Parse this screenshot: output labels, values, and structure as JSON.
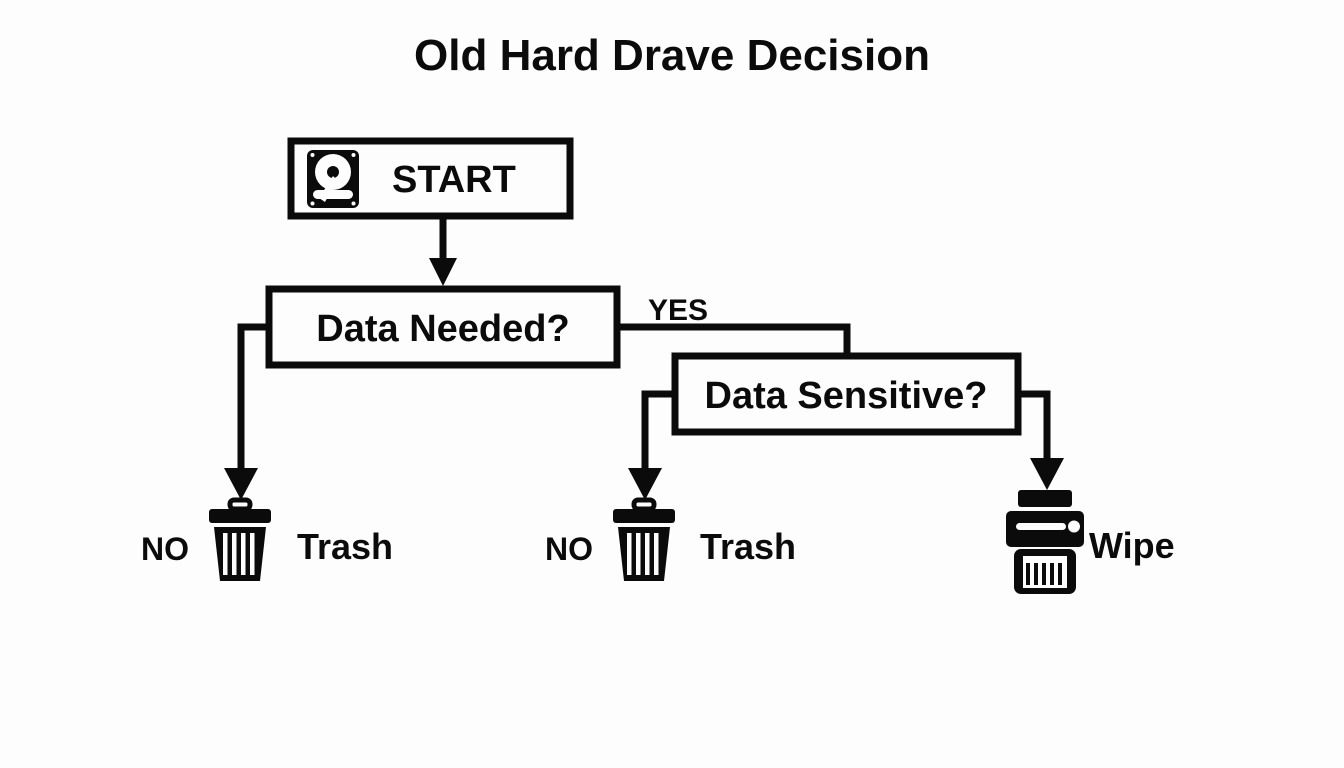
{
  "diagram": {
    "title": "Old Hard Drave Decision",
    "background_color": "#fdfdfd",
    "line_color": "#0b0b0b",
    "nodes": {
      "start": {
        "label": "START",
        "icon": "hard-drive-icon",
        "shape": "rectangle"
      },
      "decision_1": {
        "label": "Data Needed?",
        "shape": "rectangle"
      },
      "decision_2": {
        "label": "Data Sensitive?",
        "shape": "rectangle"
      }
    },
    "edges": [
      {
        "from": "start",
        "to": "decision_1",
        "label": ""
      },
      {
        "from": "decision_1",
        "to": "outcome_trash_1",
        "label": "NO"
      },
      {
        "from": "decision_1",
        "to": "decision_2",
        "label": "YES"
      },
      {
        "from": "decision_2",
        "to": "outcome_trash_2",
        "label": "NO"
      },
      {
        "from": "decision_2",
        "to": "outcome_wipe",
        "label": ""
      }
    ],
    "outcomes": [
      {
        "branch_label": "NO",
        "icon": "trash-can-icon",
        "label": "Trash"
      },
      {
        "branch_label": "NO",
        "icon": "trash-can-icon",
        "label": "Trash"
      },
      {
        "branch_label": "",
        "icon": "shredder-icon",
        "label": "Wipe"
      }
    ]
  }
}
